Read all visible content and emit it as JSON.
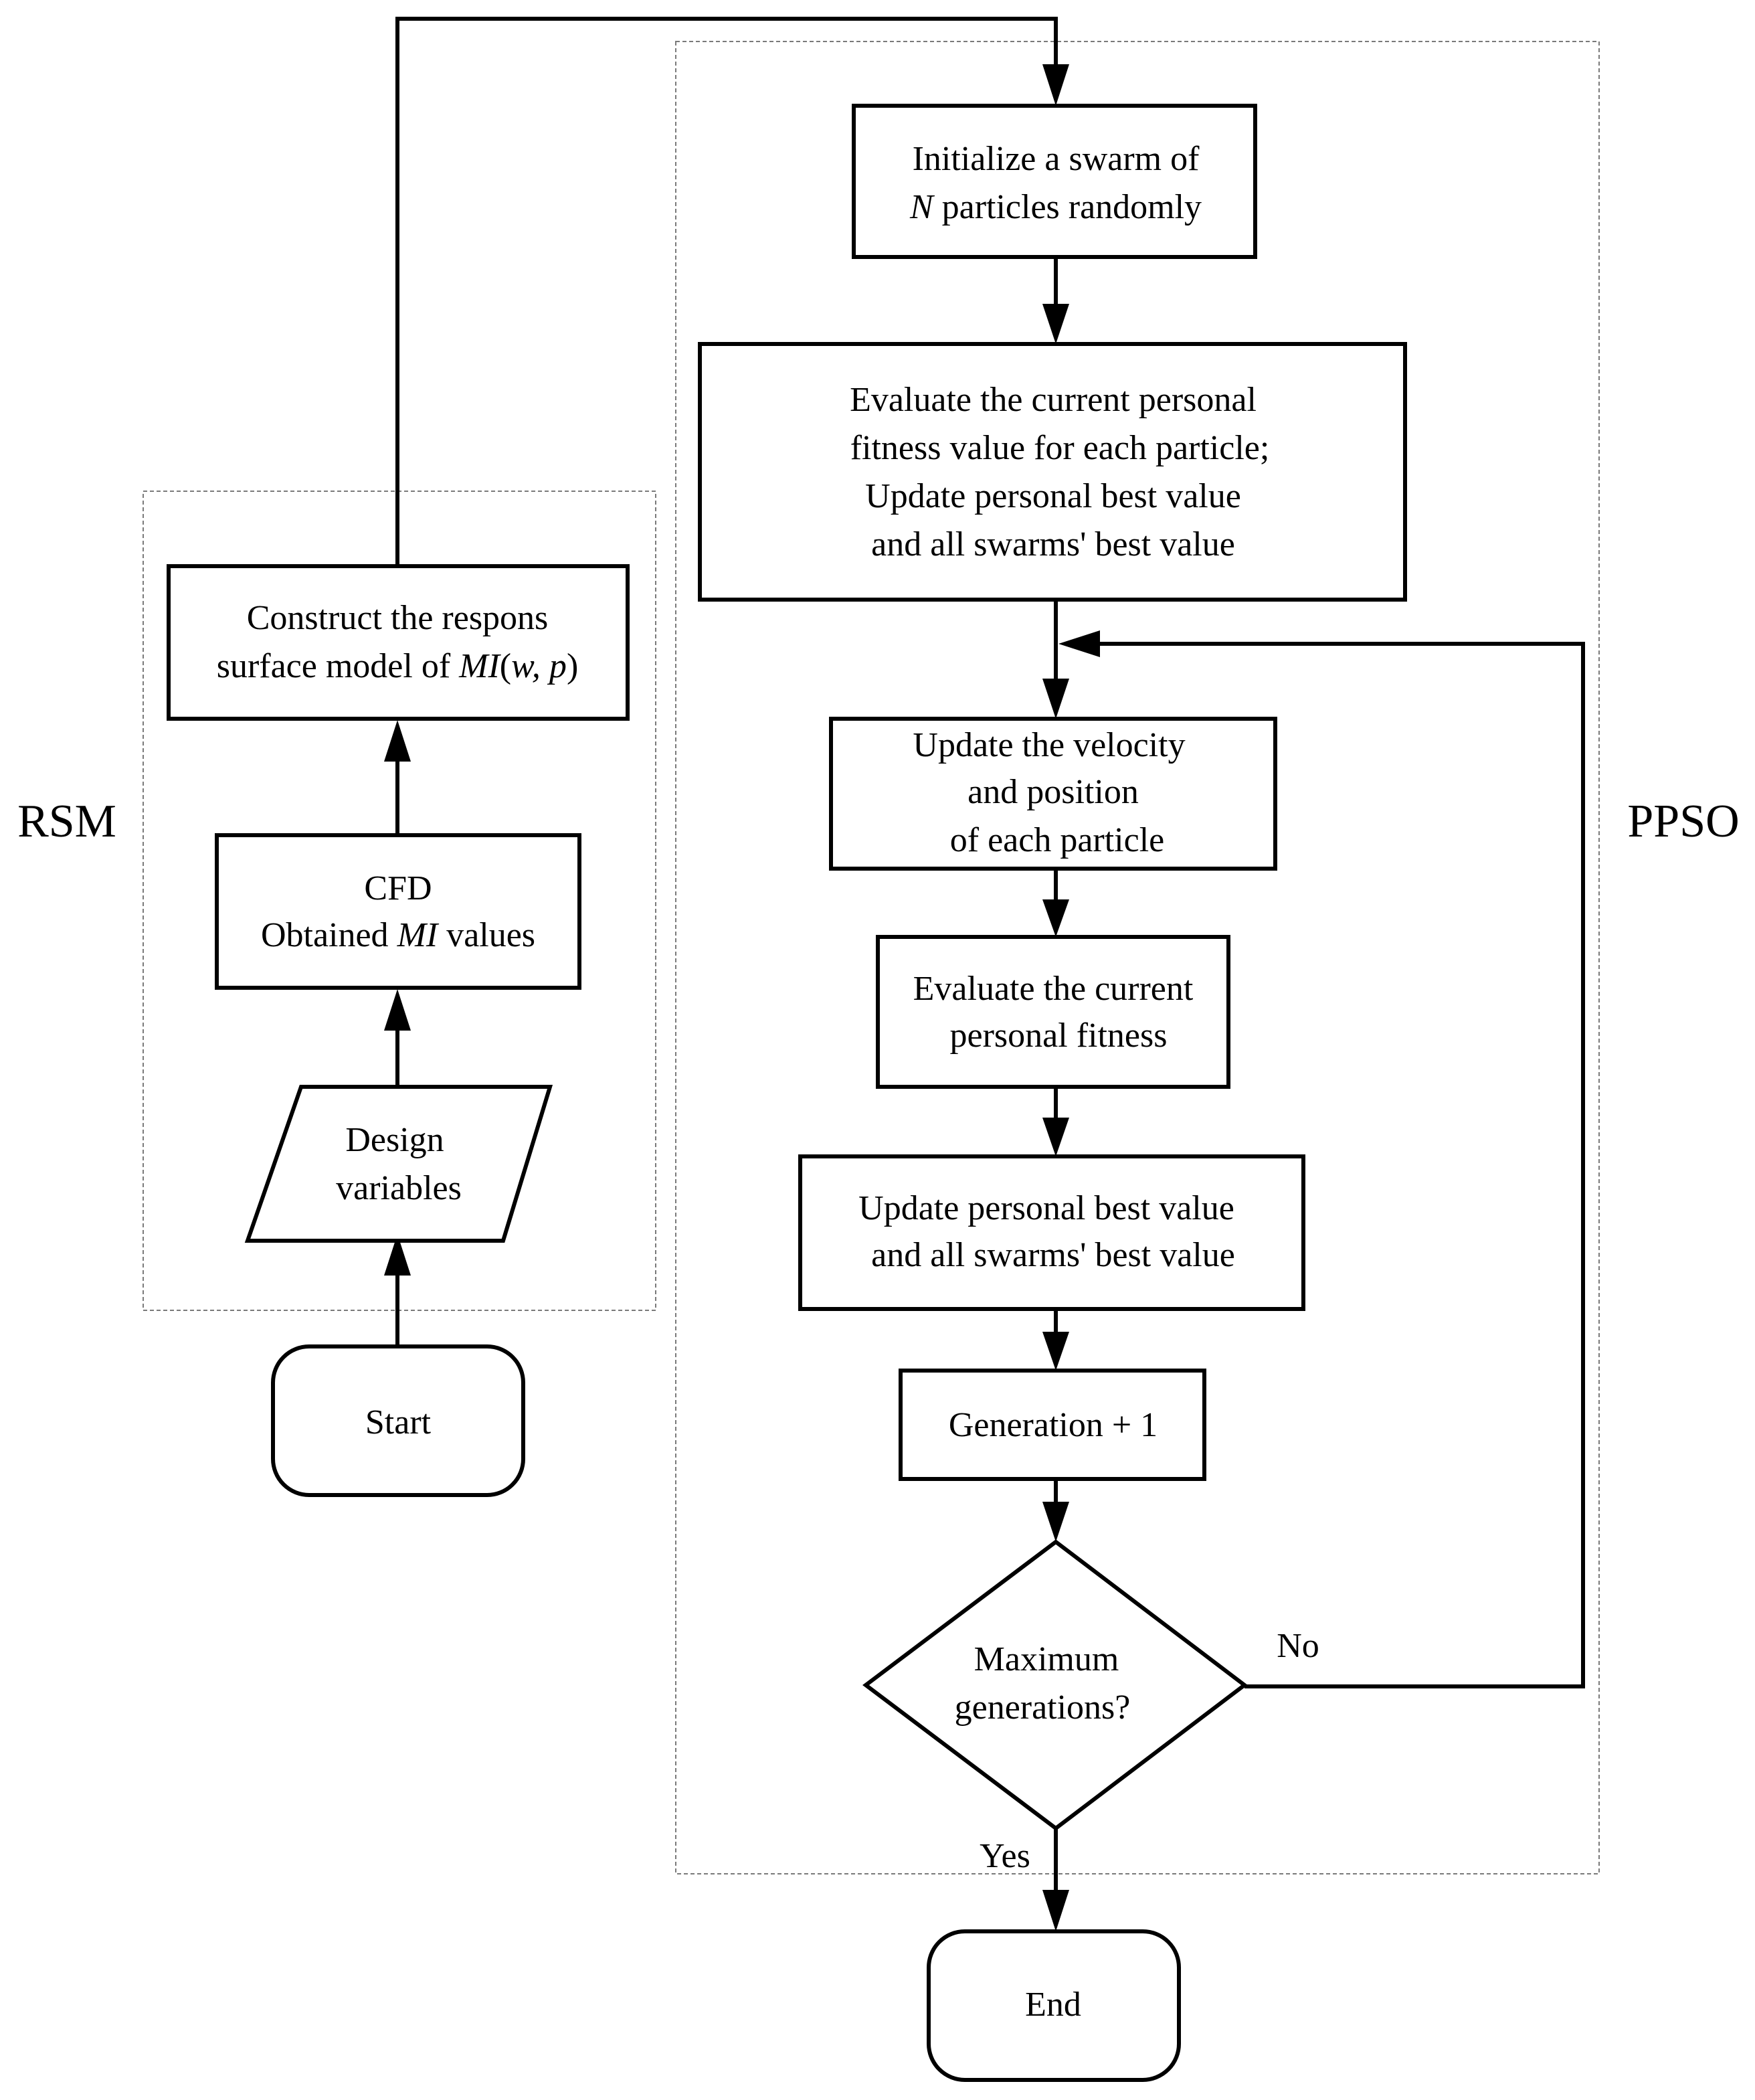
{
  "groups": {
    "rsm": {
      "label": "RSM"
    },
    "ppso": {
      "label": "PPSO"
    }
  },
  "nodes": {
    "start": {
      "line1": "Start"
    },
    "design": {
      "line1": "Design",
      "line2": "variables"
    },
    "cfd": {
      "line1": "CFD",
      "line2_pre": "Obtained ",
      "line2_it": "MI",
      "line2_post": " values"
    },
    "construct": {
      "line1": "Construct the respons",
      "line2_pre": "surface model of ",
      "line2_it1": "MI",
      "line2_paren_open": "(",
      "line2_it2": "w, p",
      "line2_paren_close": ")"
    },
    "init": {
      "line1": "Initialize a swarm of",
      "line2_it": "N",
      "line2_post": " particles randomly"
    },
    "eval_all": {
      "line1": "Evaluate the current personal",
      "line2": "fitness value for each particle;",
      "line3": "Update personal best value",
      "line4": "and all swarms' best value"
    },
    "update_vel": {
      "line1": "Update the velocity",
      "line2": "and position",
      "line3": "of each particle"
    },
    "eval_fit": {
      "line1": "Evaluate the current",
      "line2": "personal fitness"
    },
    "update_best": {
      "line1": "Update personal best value",
      "line2": "and all swarms' best value"
    },
    "generation": {
      "line1": "Generation + 1"
    },
    "decision": {
      "line1": "Maximum",
      "line2": "generations?"
    },
    "end": {
      "line1": "End"
    }
  },
  "edge_labels": {
    "no": "No",
    "yes": "Yes"
  }
}
